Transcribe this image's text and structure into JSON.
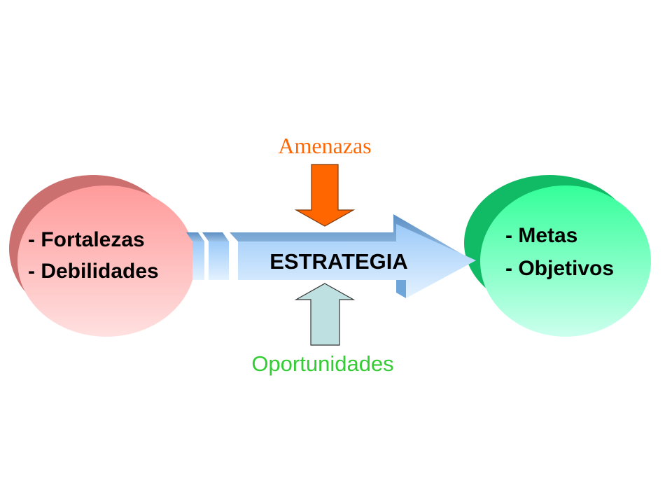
{
  "threats": {
    "label": "Amenazas",
    "color": "#ff6600",
    "arrow_color": "#ff6600"
  },
  "opportunities": {
    "label": "Oportunidades",
    "color": "#33cc33",
    "arrow_color": "#bfe0e0"
  },
  "strategy": {
    "label": "ESTRATEGIA",
    "color": "#000000"
  },
  "internal": {
    "line1": "- Fortalezas",
    "line2": "- Debilidades",
    "fill_top": "#ff9a9a",
    "fill_bottom": "#ffe0e0",
    "shadow": "#cc6f6f"
  },
  "goals": {
    "line1": "- Metas",
    "line2": "- Objetivos",
    "fill_top": "#33ff99",
    "fill_bottom": "#ccffee",
    "shadow": "#11bb66"
  }
}
